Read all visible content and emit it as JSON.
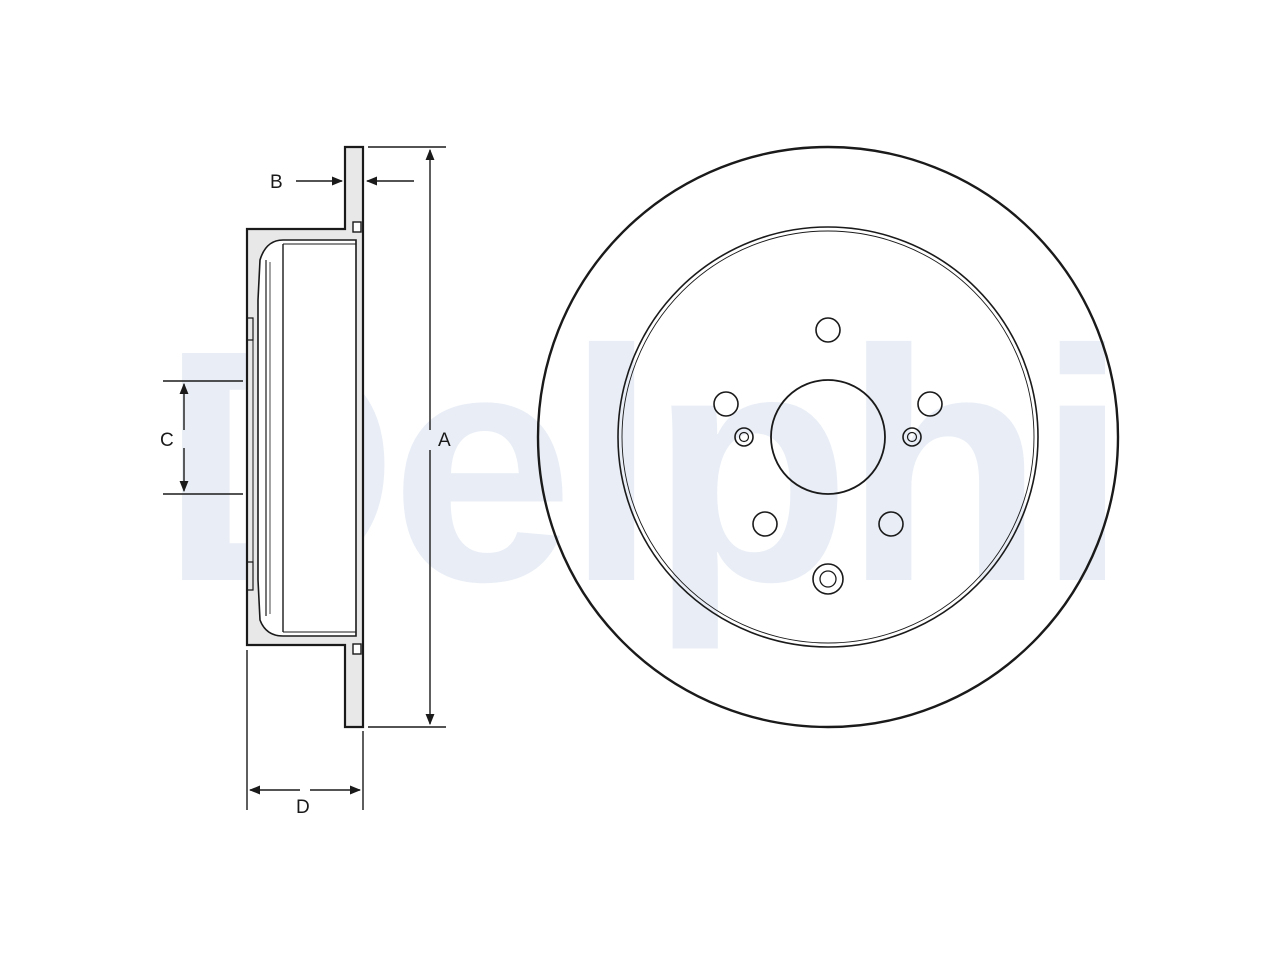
{
  "watermark": {
    "text": "Delphi"
  },
  "dimensions": {
    "a": "A",
    "b": "B",
    "c": "C",
    "d": "D"
  },
  "colors": {
    "line": "#1a1a1a",
    "section_fill": "#e8e8e8",
    "watermark": "#e9eef6",
    "background": "#ffffff"
  }
}
